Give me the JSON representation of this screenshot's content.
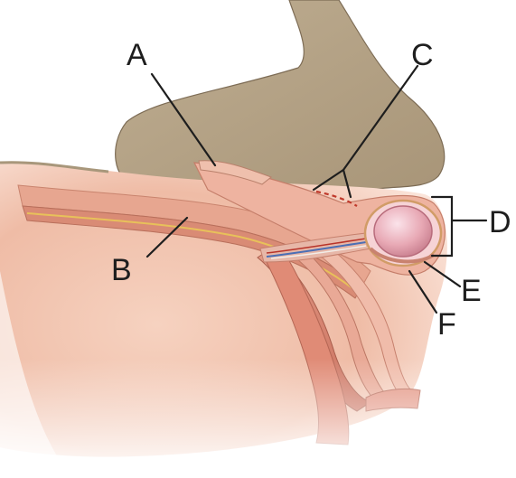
{
  "labels": {
    "a": "A",
    "b": "B",
    "c": "C",
    "d": "D",
    "e": "E",
    "f": "F"
  }
}
